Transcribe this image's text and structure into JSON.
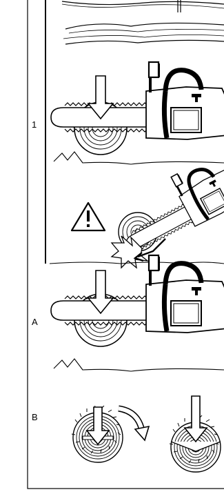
{
  "labels": {
    "section_1": "1",
    "section_a": "A",
    "section_b": "B"
  },
  "colors": {
    "stroke": "#000000",
    "background": "#ffffff"
  },
  "icons": [
    "warning-triangle-icon",
    "down-arrow-icon",
    "curved-rotation-arrow-icon",
    "chainsaw-icon",
    "log-end-grain-icon"
  ]
}
